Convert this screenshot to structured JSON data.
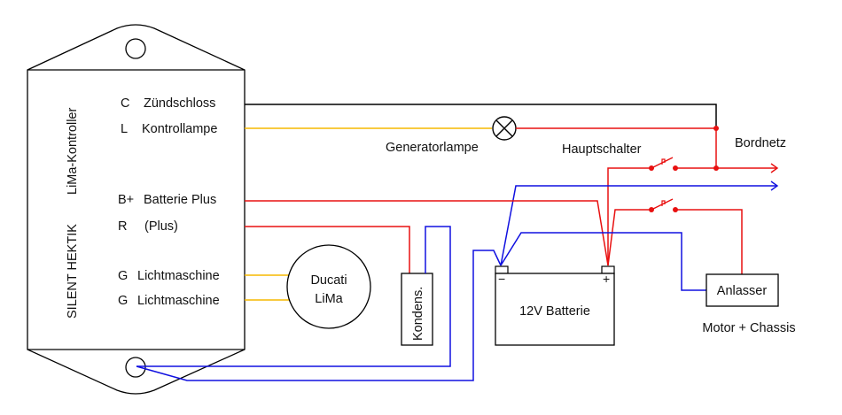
{
  "colors": {
    "black": "#000000",
    "yellow": "#f5b800",
    "red": "#e81010",
    "blue": "#1010e0"
  },
  "controller": {
    "brand": "SILENT HEKTIK",
    "name": "LiMa-Kontroller",
    "terminals": [
      {
        "code": "C",
        "label": "Zündschloss"
      },
      {
        "code": "L",
        "label": "Kontrollampe"
      },
      {
        "code": "B+",
        "label": "Batterie Plus"
      },
      {
        "code": "R",
        "label": "(Plus)"
      },
      {
        "code": "G",
        "label": "Lichtmaschine"
      },
      {
        "code": "G",
        "label": "Lichtmaschine"
      }
    ]
  },
  "components": {
    "lamp_label": "Generatorlampe",
    "main_switch_label": "Hauptschalter",
    "bordnetz_label": "Bordnetz",
    "generator_line1": "Ducati",
    "generator_line2": "LiMa",
    "capacitor_label": "Kondens.",
    "battery_label": "12V Batterie",
    "battery_minus": "−",
    "battery_plus": "+",
    "starter_label": "Anlasser",
    "ground_label": "Motor + Chassis"
  }
}
